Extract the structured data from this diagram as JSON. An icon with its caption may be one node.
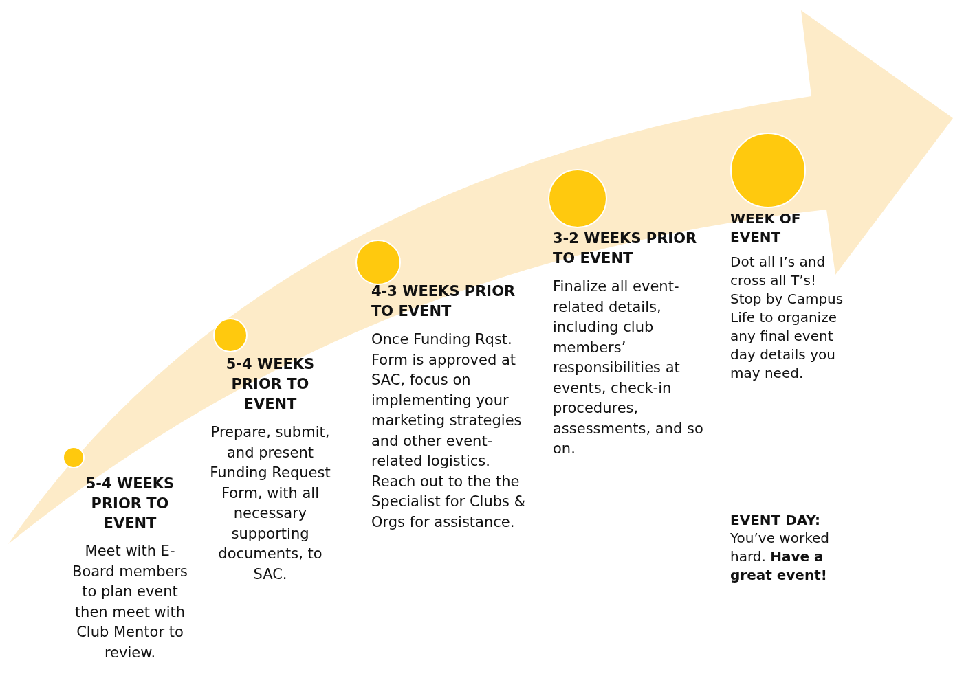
{
  "diagram": {
    "nodes": [
      {
        "text": [],
        "shape": "circle"
      },
      {
        "text": [],
        "shape": "circle"
      },
      {
        "text": [],
        "shape": "circle"
      },
      {
        "text": [],
        "shape": "circle"
      },
      {
        "text": [],
        "shape": "circle"
      }
    ],
    "labels": [
      "5-4 WEEKS PRIOR TO EVENT",
      "Meet with E-Board members to plan event then meet with Club Mentor to review.",
      "5-4 WEEKS PRIOR TO EVENT",
      "Prepare, submit, and present Funding Request Form, with all necessary supporting documents, to SAC.",
      "4-3 WEEKS PRIOR TO EVENT",
      "Once Funding Rqst. Form is approved at SAC, focus on implementing your marketing strategies and other event-related logistics. Reach out to the the Specialist for Clubs & Orgs for assistance.",
      "3-2 WEEKS PRIOR TO EVENT",
      "Finalize all event-related details, including club members’ responsibilities at events, check-in procedures, assessments, and so on.",
      "WEEK OF EVENT",
      "Dot all I’s and cross all T’s! Stop by Campus Life to organize any final event day details you may need.",
      "EVENT DAY:",
      "You’ve worked hard. **Have a great event!**"
    ]
  }
}
